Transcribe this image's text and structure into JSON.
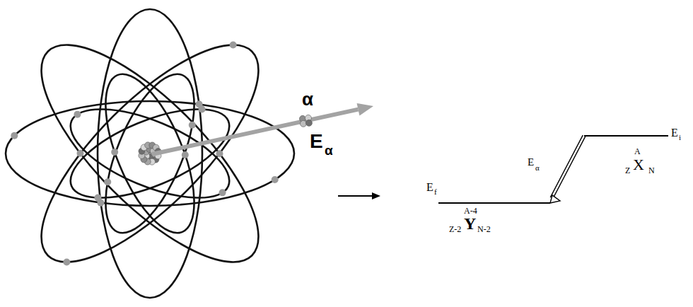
{
  "diagram": {
    "labels": [
      "α",
      "E",
      "α",
      "E",
      "i",
      "A",
      "Z",
      "X",
      "N",
      "E",
      "α",
      "E",
      "f",
      "A-4",
      "Z-2",
      "Y",
      "N-2"
    ]
  }
}
